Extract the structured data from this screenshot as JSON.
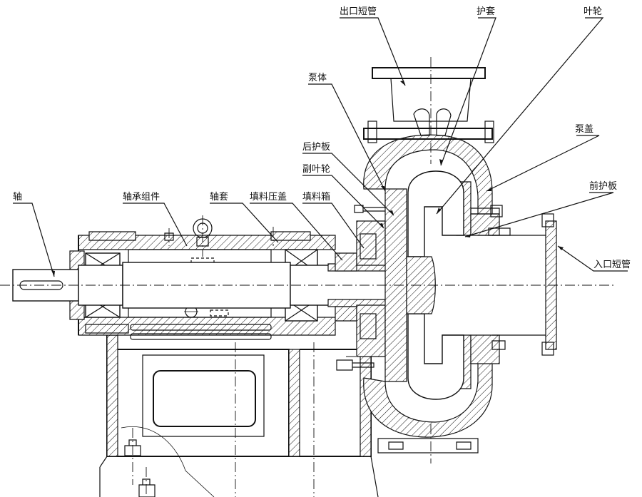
{
  "labels": {
    "outlet_pipe": "出口短管",
    "sleeve_liner": "护套",
    "impeller": "叶轮",
    "pump_body": "泵体",
    "pump_cover": "泵盖",
    "rear_liner": "后护板",
    "expeller": "副叶轮",
    "front_liner": "前护板",
    "shaft": "轴",
    "bearing_assembly": "轴承组件",
    "shaft_sleeve": "轴套",
    "gland": "填料压盖",
    "stuffing_box": "填料箱",
    "inlet_pipe": "入口短管"
  }
}
